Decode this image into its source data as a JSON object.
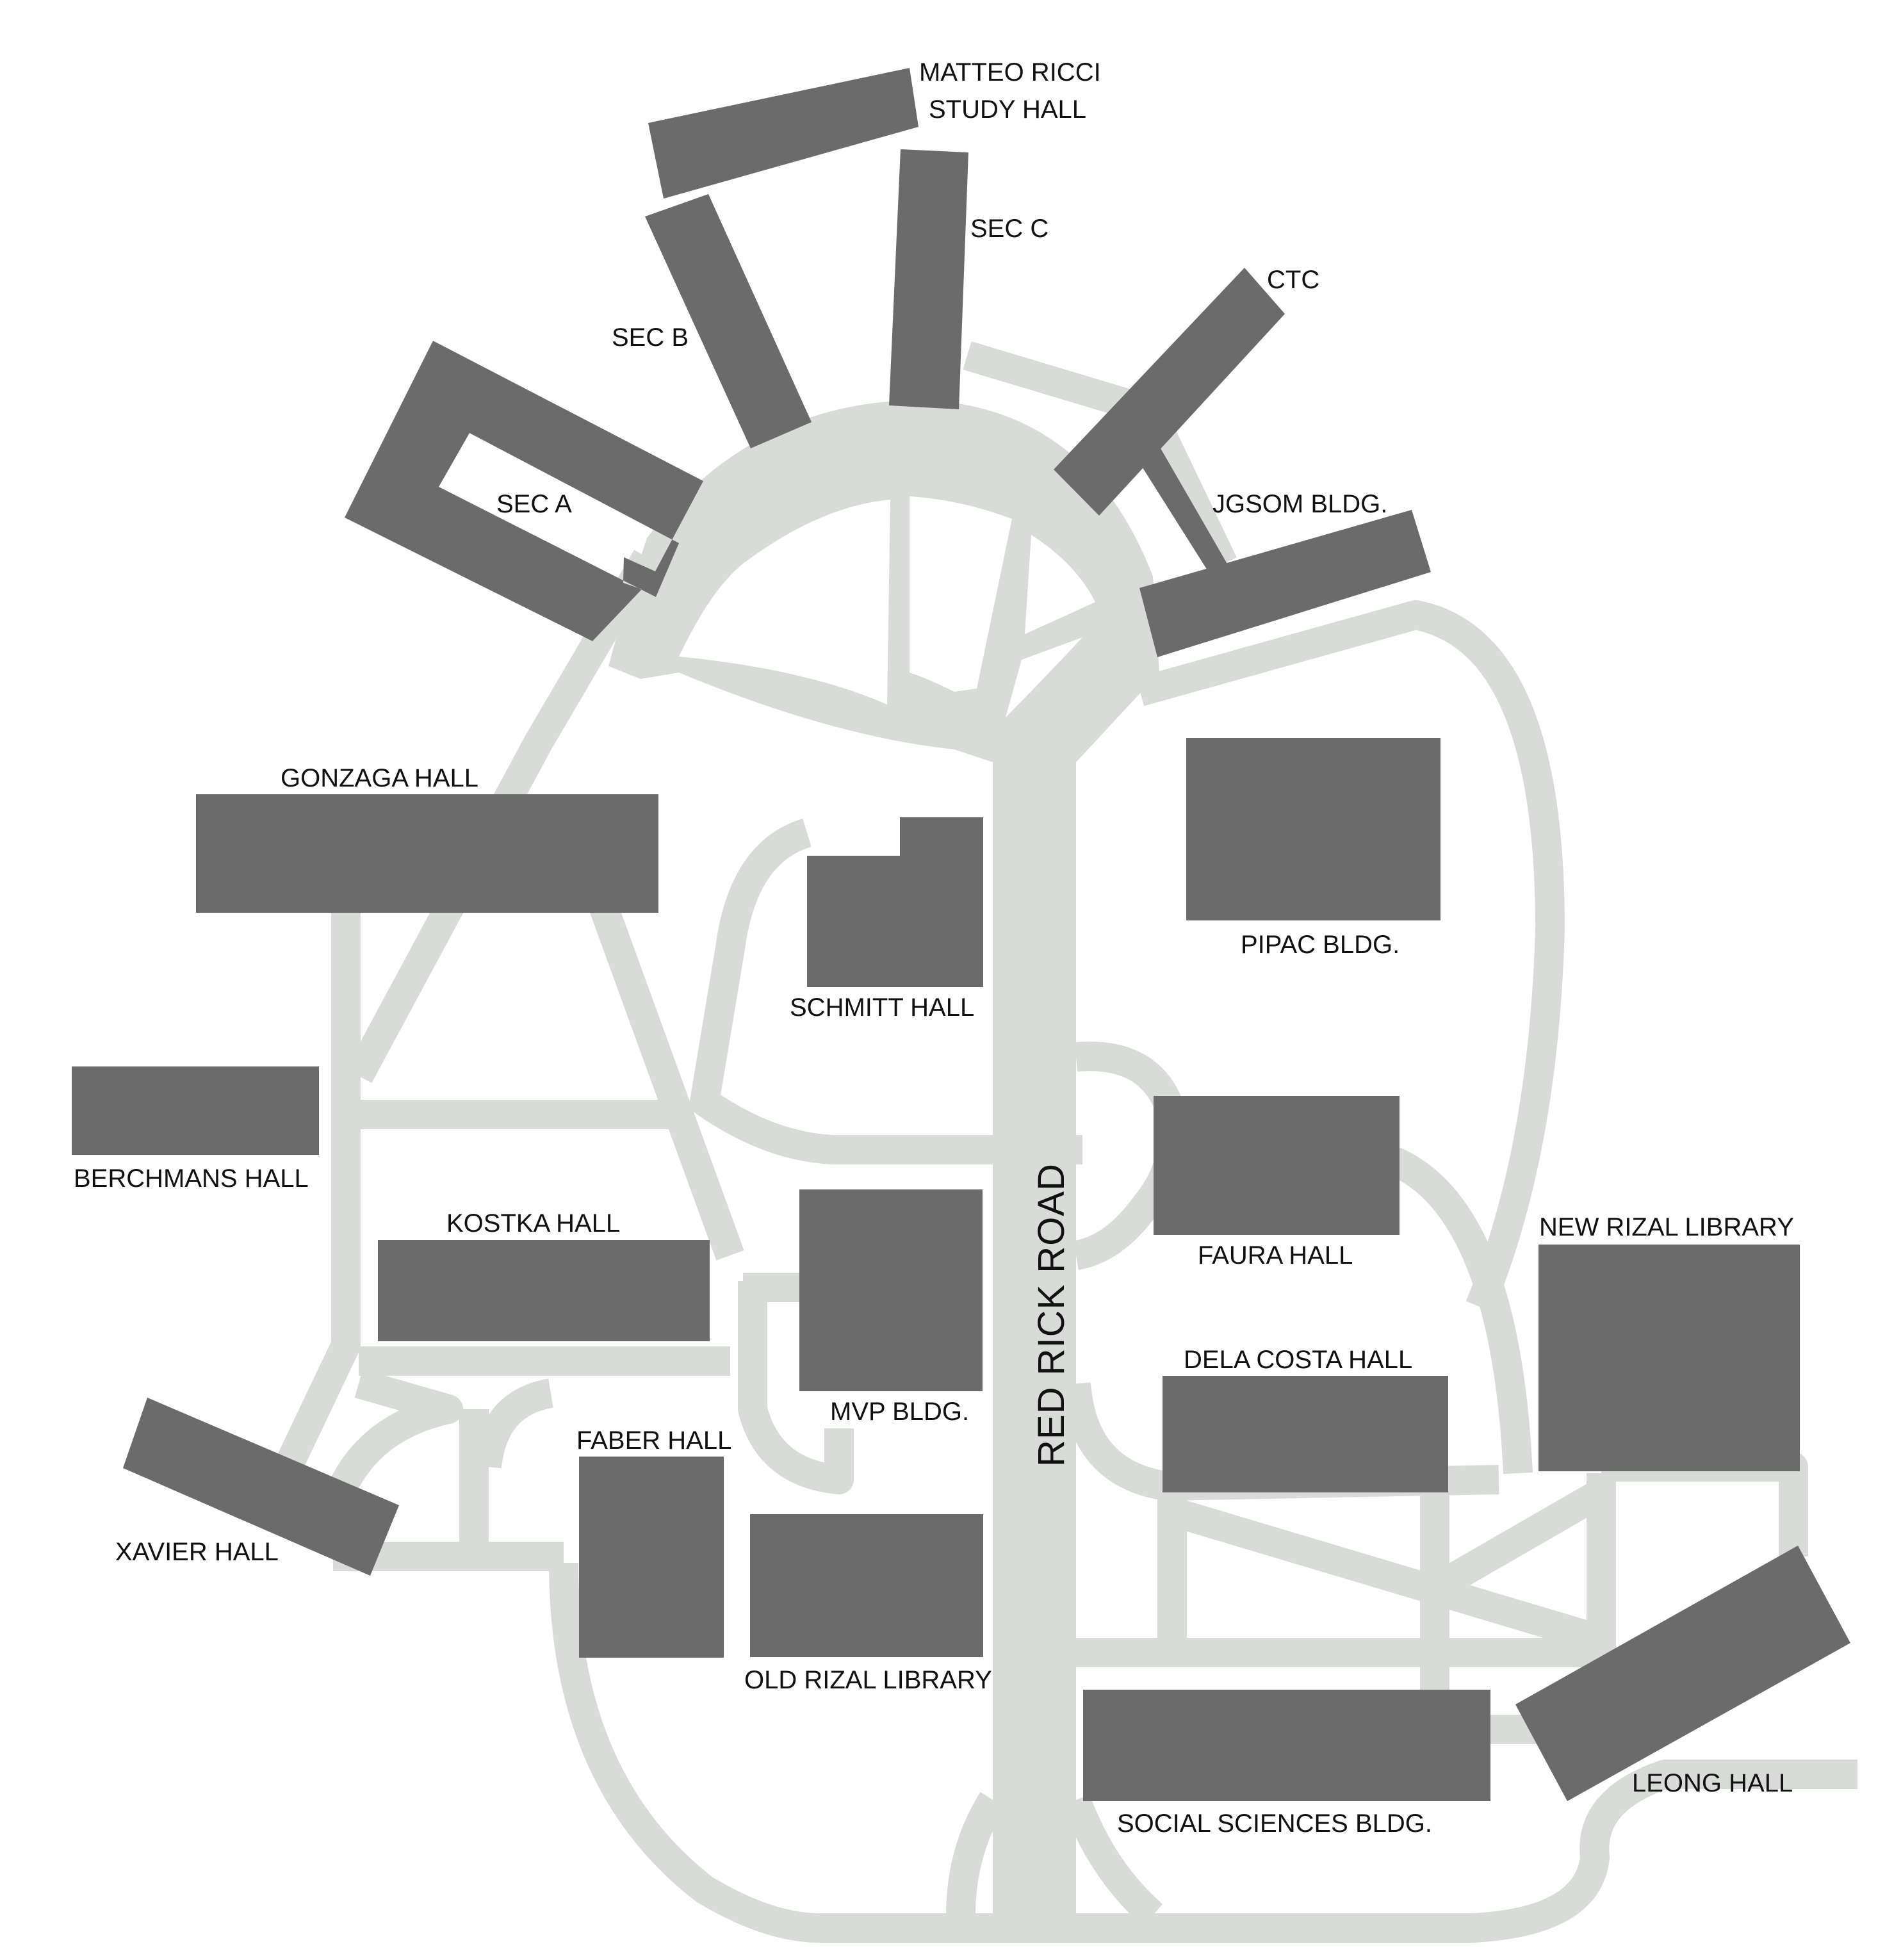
{
  "colors": {
    "background": "#ffffff",
    "road": "#d9dbd9",
    "building": "#6b6b6b",
    "label": "#111111"
  },
  "road_name": "RED RICK ROAD",
  "buildings": {
    "matteo_ricci_line1": "MATTEO RICCI",
    "matteo_ricci_line2": "STUDY HALL",
    "sec_c": "SEC C",
    "sec_b": "SEC B",
    "sec_a": "SEC A",
    "ctc": "CTC",
    "jgsom": "JGSOM BLDG.",
    "gonzaga": "GONZAGA HALL",
    "pipac": "PIPAC BLDG.",
    "schmitt": "SCHMITT HALL",
    "berchmans": "BERCHMANS HALL",
    "kostka": "KOSTKA HALL",
    "faura": "FAURA HALL",
    "new_rizal": "NEW RIZAL LIBRARY",
    "mvp": "MVP BLDG.",
    "dela_costa": "DELA COSTA HALL",
    "faber": "FABER HALL",
    "xavier": "XAVIER HALL",
    "old_rizal": "OLD RIZAL LIBRARY",
    "leong": "LEONG HALL",
    "social_sciences": "SOCIAL SCIENCES BLDG."
  }
}
